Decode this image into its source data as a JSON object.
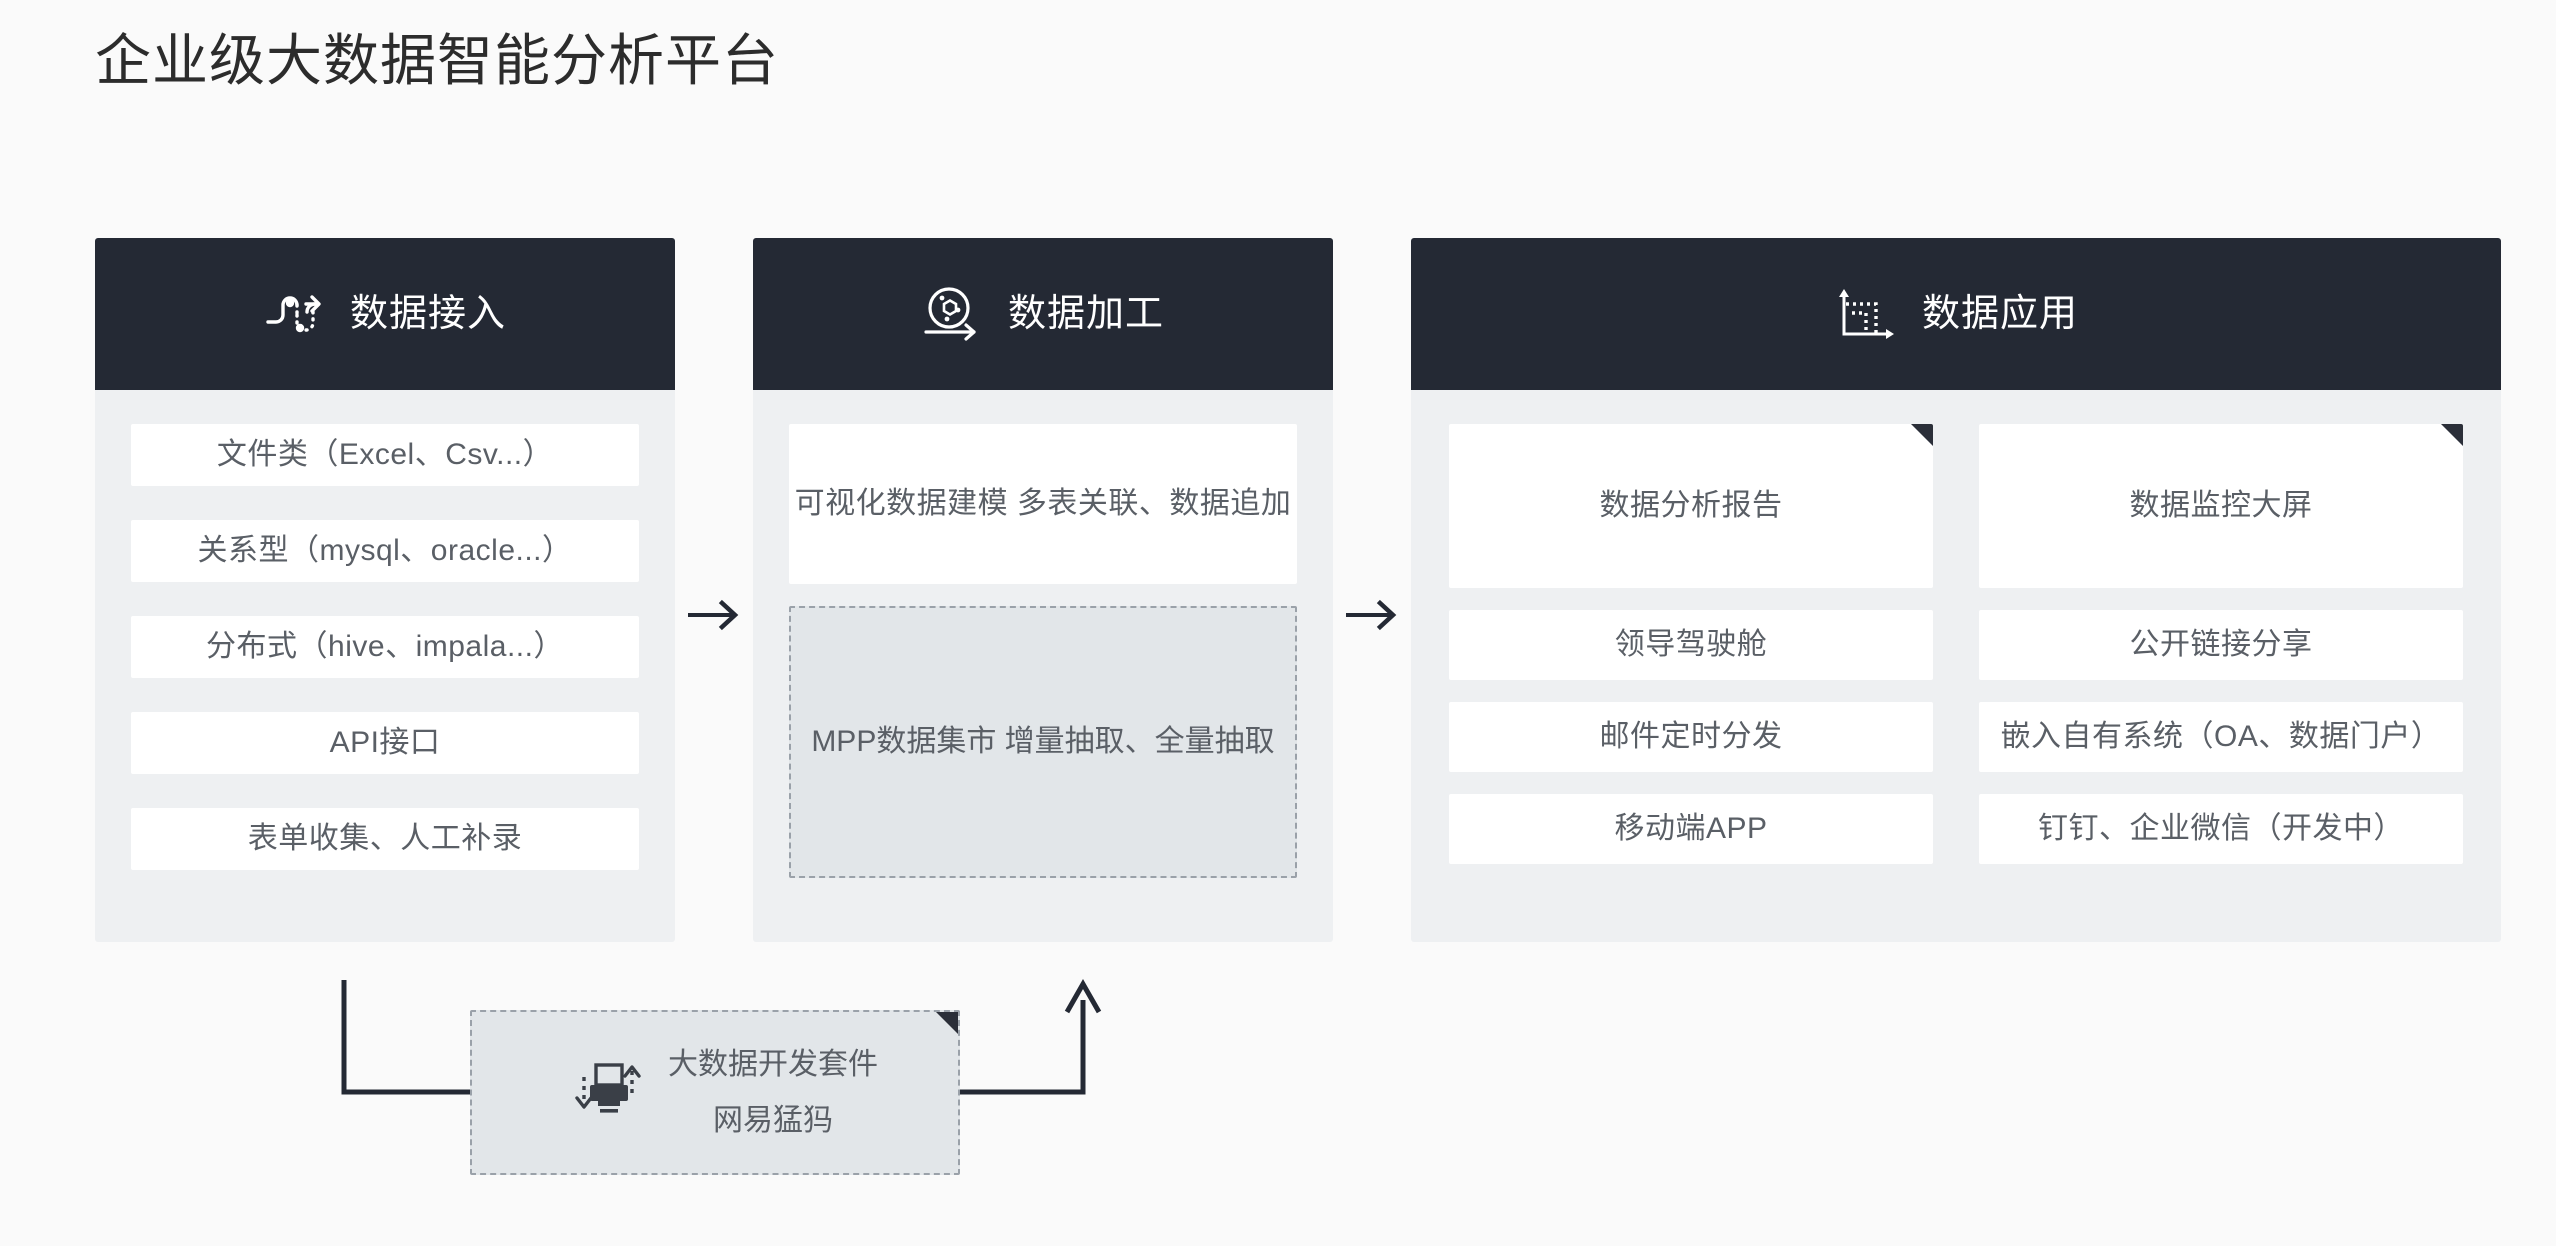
{
  "page": {
    "title": "企业级大数据智能分析平台",
    "background_color": "#fafafa",
    "header_color": "#242934",
    "column_body_color": "#eef0f2",
    "card_color": "#ffffff",
    "dashed_box_color": "#e2e6e9",
    "text_color": "#5a5f66"
  },
  "columns": [
    {
      "id": "ingest",
      "title": "数据接入",
      "icon": "data-route-icon",
      "items": [
        {
          "label": "文件类（Excel、Csv...）"
        },
        {
          "label": "关系型（mysql、oracle...）"
        },
        {
          "label": "分布式（hive、impala...）"
        },
        {
          "label": "API接口"
        },
        {
          "label": "表单收集、人工补录"
        }
      ]
    },
    {
      "id": "process",
      "title": "数据加工",
      "icon": "data-processing-icon",
      "modeling_card": {
        "line1": "可视化数据建模",
        "line2": "多表关联、数据追加"
      },
      "mart_box": {
        "line1": "MPP数据集市",
        "line2": "增量抽取、全量抽取"
      }
    },
    {
      "id": "apply",
      "title": "数据应用",
      "icon": "chart-axes-icon",
      "featured": [
        {
          "label": "数据分析报告",
          "ribbon": true
        },
        {
          "label": "数据监控大屏",
          "ribbon": true
        }
      ],
      "items": [
        {
          "label": "领导驾驶舱"
        },
        {
          "label": "公开链接分享"
        },
        {
          "label": "邮件定时分发"
        },
        {
          "label": "嵌入自有系统（OA、数据门户）"
        },
        {
          "label": "移动端APP"
        },
        {
          "label": "钉钉、企业微信（开发中）"
        }
      ]
    }
  ],
  "arrows": [
    {
      "id": "arrow-ingest-to-process",
      "direction": "right"
    },
    {
      "id": "arrow-process-to-apply",
      "direction": "right"
    }
  ],
  "toolkit": {
    "line1": "大数据开发套件",
    "line2": "网易猛犸",
    "icon": "printer-transfer-icon",
    "ribbon": true
  }
}
